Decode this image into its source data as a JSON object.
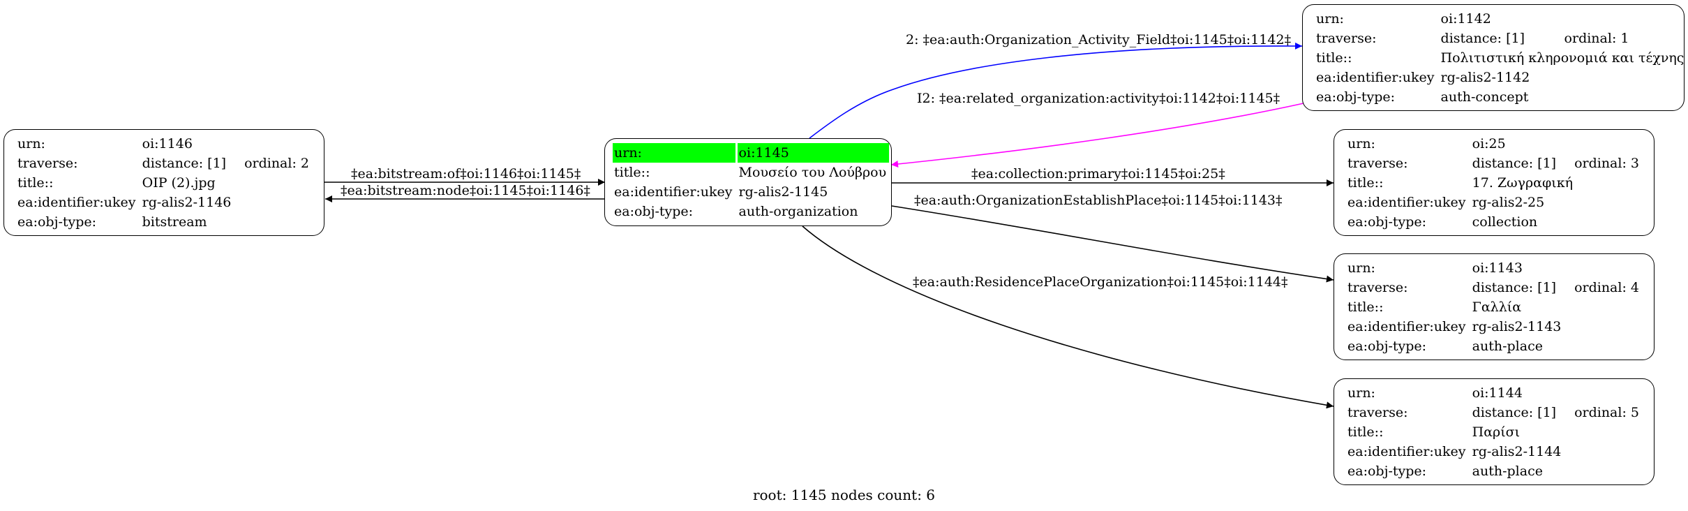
{
  "nodes": {
    "n1146": {
      "urn_key": "urn:",
      "urn_val": "oi:1146",
      "trav_key": "traverse:",
      "trav_val": "distance: [1]",
      "ordinal": "ordinal: 2",
      "title_key": "title::",
      "title_val": "OIP (2).jpg",
      "ukey_key": "ea:identifier:ukey",
      "ukey_val": "rg-alis2-1146",
      "type_key": "ea:obj-type:",
      "type_val": "bitstream"
    },
    "n1145": {
      "urn_key": "urn:",
      "urn_val": "oi:1145",
      "title_key": "title::",
      "title_val": "Μουσείο του Λούβρου",
      "ukey_key": "ea:identifier:ukey",
      "ukey_val": "rg-alis2-1145",
      "type_key": "ea:obj-type:",
      "type_val": "auth-organization",
      "highlight_color": "#00ff00"
    },
    "n1142": {
      "urn_key": "urn:",
      "urn_val": "oi:1142",
      "trav_key": "traverse:",
      "trav_val": "distance: [1]",
      "ordinal": "ordinal: 1",
      "title_key": "title::",
      "title_val": "Πολιτιστική κληρονομιά και τέχνης",
      "ukey_key": "ea:identifier:ukey",
      "ukey_val": "rg-alis2-1142",
      "type_key": "ea:obj-type:",
      "type_val": "auth-concept"
    },
    "n25": {
      "urn_key": "urn:",
      "urn_val": "oi:25",
      "trav_key": "traverse:",
      "trav_val": "distance: [1]",
      "ordinal": "ordinal: 3",
      "title_key": "title::",
      "title_val": "17. Ζωγραφική",
      "ukey_key": "ea:identifier:ukey",
      "ukey_val": "rg-alis2-25",
      "type_key": "ea:obj-type:",
      "type_val": "collection"
    },
    "n1143": {
      "urn_key": "urn:",
      "urn_val": "oi:1143",
      "trav_key": "traverse:",
      "trav_val": "distance: [1]",
      "ordinal": "ordinal: 4",
      "title_key": "title::",
      "title_val": "Γαλλία",
      "ukey_key": "ea:identifier:ukey",
      "ukey_val": "rg-alis2-1143",
      "type_key": "ea:obj-type:",
      "type_val": "auth-place"
    },
    "n1144": {
      "urn_key": "urn:",
      "urn_val": "oi:1144",
      "trav_key": "traverse:",
      "trav_val": "distance: [1]",
      "ordinal": "ordinal: 5",
      "title_key": "title::",
      "title_val": "Παρίσι",
      "ukey_key": "ea:identifier:ukey",
      "ukey_val": "rg-alis2-1144",
      "type_key": "ea:obj-type:",
      "type_val": "auth-place"
    }
  },
  "edges": {
    "activity_field": {
      "label": "2: ‡ea:auth:Organization_Activity_Field‡oi:1145‡oi:1142‡",
      "color": "#0000ff"
    },
    "related_org": {
      "label": "I2: ‡ea:related_organization:activity‡oi:1142‡oi:1145‡",
      "color": "#ff00ff"
    },
    "bitstream_of": {
      "label": "‡ea:bitstream:of‡oi:1146‡oi:1145‡",
      "color": "#000000"
    },
    "bitstream_node": {
      "label": "‡ea:bitstream:node‡oi:1145‡oi:1146‡",
      "color": "#000000"
    },
    "collection_primary": {
      "label": "‡ea:collection:primary‡oi:1145‡oi:25‡",
      "color": "#000000"
    },
    "establish_place": {
      "label": "‡ea:auth:OrganizationEstablishPlace‡oi:1145‡oi:1143‡",
      "color": "#000000"
    },
    "residence_place": {
      "label": "‡ea:auth:ResidencePlaceOrganization‡oi:1145‡oi:1144‡",
      "color": "#000000"
    }
  },
  "footer": "root: 1145 nodes count: 6"
}
